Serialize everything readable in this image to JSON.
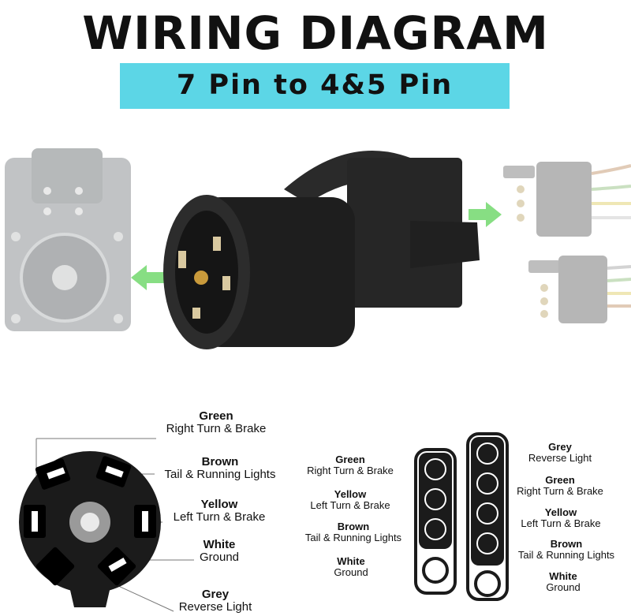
{
  "header": {
    "title": "WIRING DIAGRAM",
    "subtitle": "7 Pin to 4&5 Pin"
  },
  "colors": {
    "subtitle_band": "#5cd6e6",
    "arrow_green": "#5fd35a",
    "connector_black": "#1b1b1b"
  },
  "seven_pin": {
    "labels": [
      {
        "color": "Green",
        "function": "Right Turn & Brake"
      },
      {
        "color": "Brown",
        "function": "Tail & Running Lights"
      },
      {
        "color": "Yellow",
        "function": "Left Turn & Brake"
      },
      {
        "color": "White",
        "function": "Ground"
      },
      {
        "color": "Grey",
        "function": "Reverse Light"
      }
    ]
  },
  "four_pin": {
    "labels": [
      {
        "color": "Green",
        "function": "Right Turn & Brake"
      },
      {
        "color": "Yellow",
        "function": "Left Turn & Brake"
      },
      {
        "color": "Brown",
        "function": "Tail & Running Lights"
      },
      {
        "color": "White",
        "function": "Ground"
      }
    ]
  },
  "five_pin": {
    "labels": [
      {
        "color": "Grey",
        "function": "Reverse Light"
      },
      {
        "color": "Green",
        "function": "Right Turn & Brake"
      },
      {
        "color": "Yellow",
        "function": "Left Turn & Brake"
      },
      {
        "color": "Brown",
        "function": "Tail & Running Lights"
      },
      {
        "color": "White",
        "function": "Ground"
      }
    ]
  }
}
